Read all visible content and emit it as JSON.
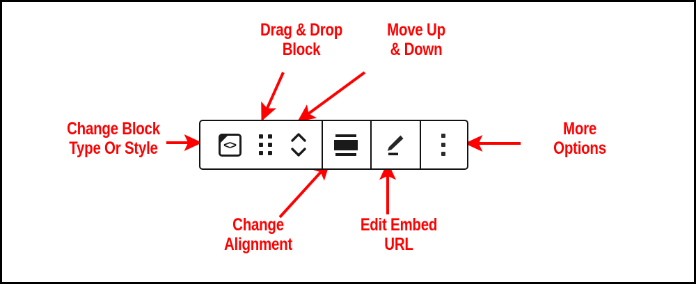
{
  "image": {
    "title": "Block toolbar annotated diagram",
    "background": "#ffffff",
    "border_color": "#000000",
    "annotation_color": "#ff0000",
    "icon_color": "#1a1a1a"
  },
  "toolbar": {
    "name": "block-toolbar",
    "groups": [
      {
        "name": "block-controls",
        "buttons": [
          {
            "name": "block-type-button",
            "icon": "code-block-icon",
            "glyph": "<>"
          },
          {
            "name": "drag-handle-button",
            "icon": "drag-handle-dots-icon"
          },
          {
            "name": "move-up-down-button",
            "icon": "chevron-up-down-icon"
          }
        ]
      },
      {
        "name": "alignment-group",
        "buttons": [
          {
            "name": "change-alignment-button",
            "icon": "align-center-icon"
          }
        ]
      },
      {
        "name": "edit-group",
        "buttons": [
          {
            "name": "edit-embed-url-button",
            "icon": "pencil-edit-icon"
          }
        ]
      },
      {
        "name": "more-group",
        "buttons": [
          {
            "name": "more-options-button",
            "icon": "vertical-ellipsis-icon"
          }
        ]
      }
    ]
  },
  "annotations": [
    {
      "id": "change-block-type",
      "text": "Change Block\nType Or Style",
      "target": "block-type-button",
      "arrow": "horizontal-right"
    },
    {
      "id": "drag-drop-block",
      "text": "Drag & Drop\nBlock",
      "target": "drag-handle-button",
      "arrow": "diagonal-down-left"
    },
    {
      "id": "move-up-down",
      "text": "Move Up\n& Down",
      "target": "move-up-down-button",
      "arrow": "diagonal-down-left"
    },
    {
      "id": "more-options",
      "text": "More\nOptions",
      "target": "more-options-button",
      "arrow": "horizontal-left"
    },
    {
      "id": "change-alignment",
      "text": "Change\nAlignment",
      "target": "change-alignment-button",
      "arrow": "diagonal-up-right"
    },
    {
      "id": "edit-embed-url",
      "text": "Edit Embed\nURL",
      "target": "edit-embed-url-button",
      "arrow": "vertical-up"
    }
  ]
}
